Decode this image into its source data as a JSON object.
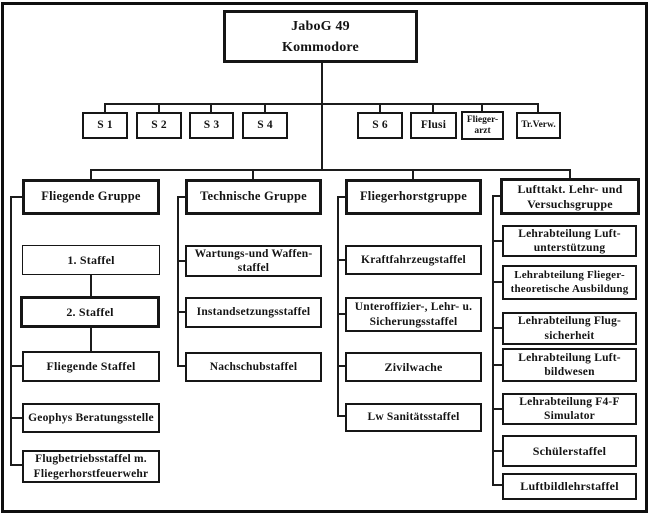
{
  "diagram": {
    "title_box": "JaboG 49\nKommodore",
    "staff": [
      "S 1",
      "S 2",
      "S 3",
      "S 4",
      "S 6",
      "Flusi",
      "Flieger-\narzt",
      "Tr.Verw."
    ],
    "groups": [
      {
        "name": "Fliegende Gruppe",
        "units": [
          "1. Staffel",
          "2. Staffel",
          "Fliegende Staffel",
          "Geophys Beratungsstelle",
          "Flugbetriebsstaffel m.\nFliegerhorstfeuerwehr"
        ]
      },
      {
        "name": "Technische Gruppe",
        "units": [
          "Wartungs-und Waffen-\nstaffel",
          "Instandsetzungsstaffel",
          "Nachschubstaffel"
        ]
      },
      {
        "name": "Fliegerhorstgruppe",
        "units": [
          "Kraftfahrzeugstaffel",
          "Unteroffizier-, Lehr- u.\nSicherungsstaffel",
          "Zivilwache",
          "Lw Sanitätsstaffel"
        ]
      },
      {
        "name": "Lufttakt. Lehr- und\nVersuchsgruppe",
        "units": [
          "Lehrabteilung Luft-\nunterstützung",
          "Lehrabteilung Flieger-\ntheoretische Ausbildung",
          "Lehrabteilung Flug-\nsicherheit",
          "Lehrabteilung Luft-\nbildwesen",
          "Lehrabteilung F4-F\nSimulator",
          "Schülerstaffel",
          "Luftbildlehrstaffel"
        ]
      }
    ],
    "colors": {
      "line": "#1c1c1c",
      "border": "#161616",
      "background": "#ffffff"
    }
  }
}
